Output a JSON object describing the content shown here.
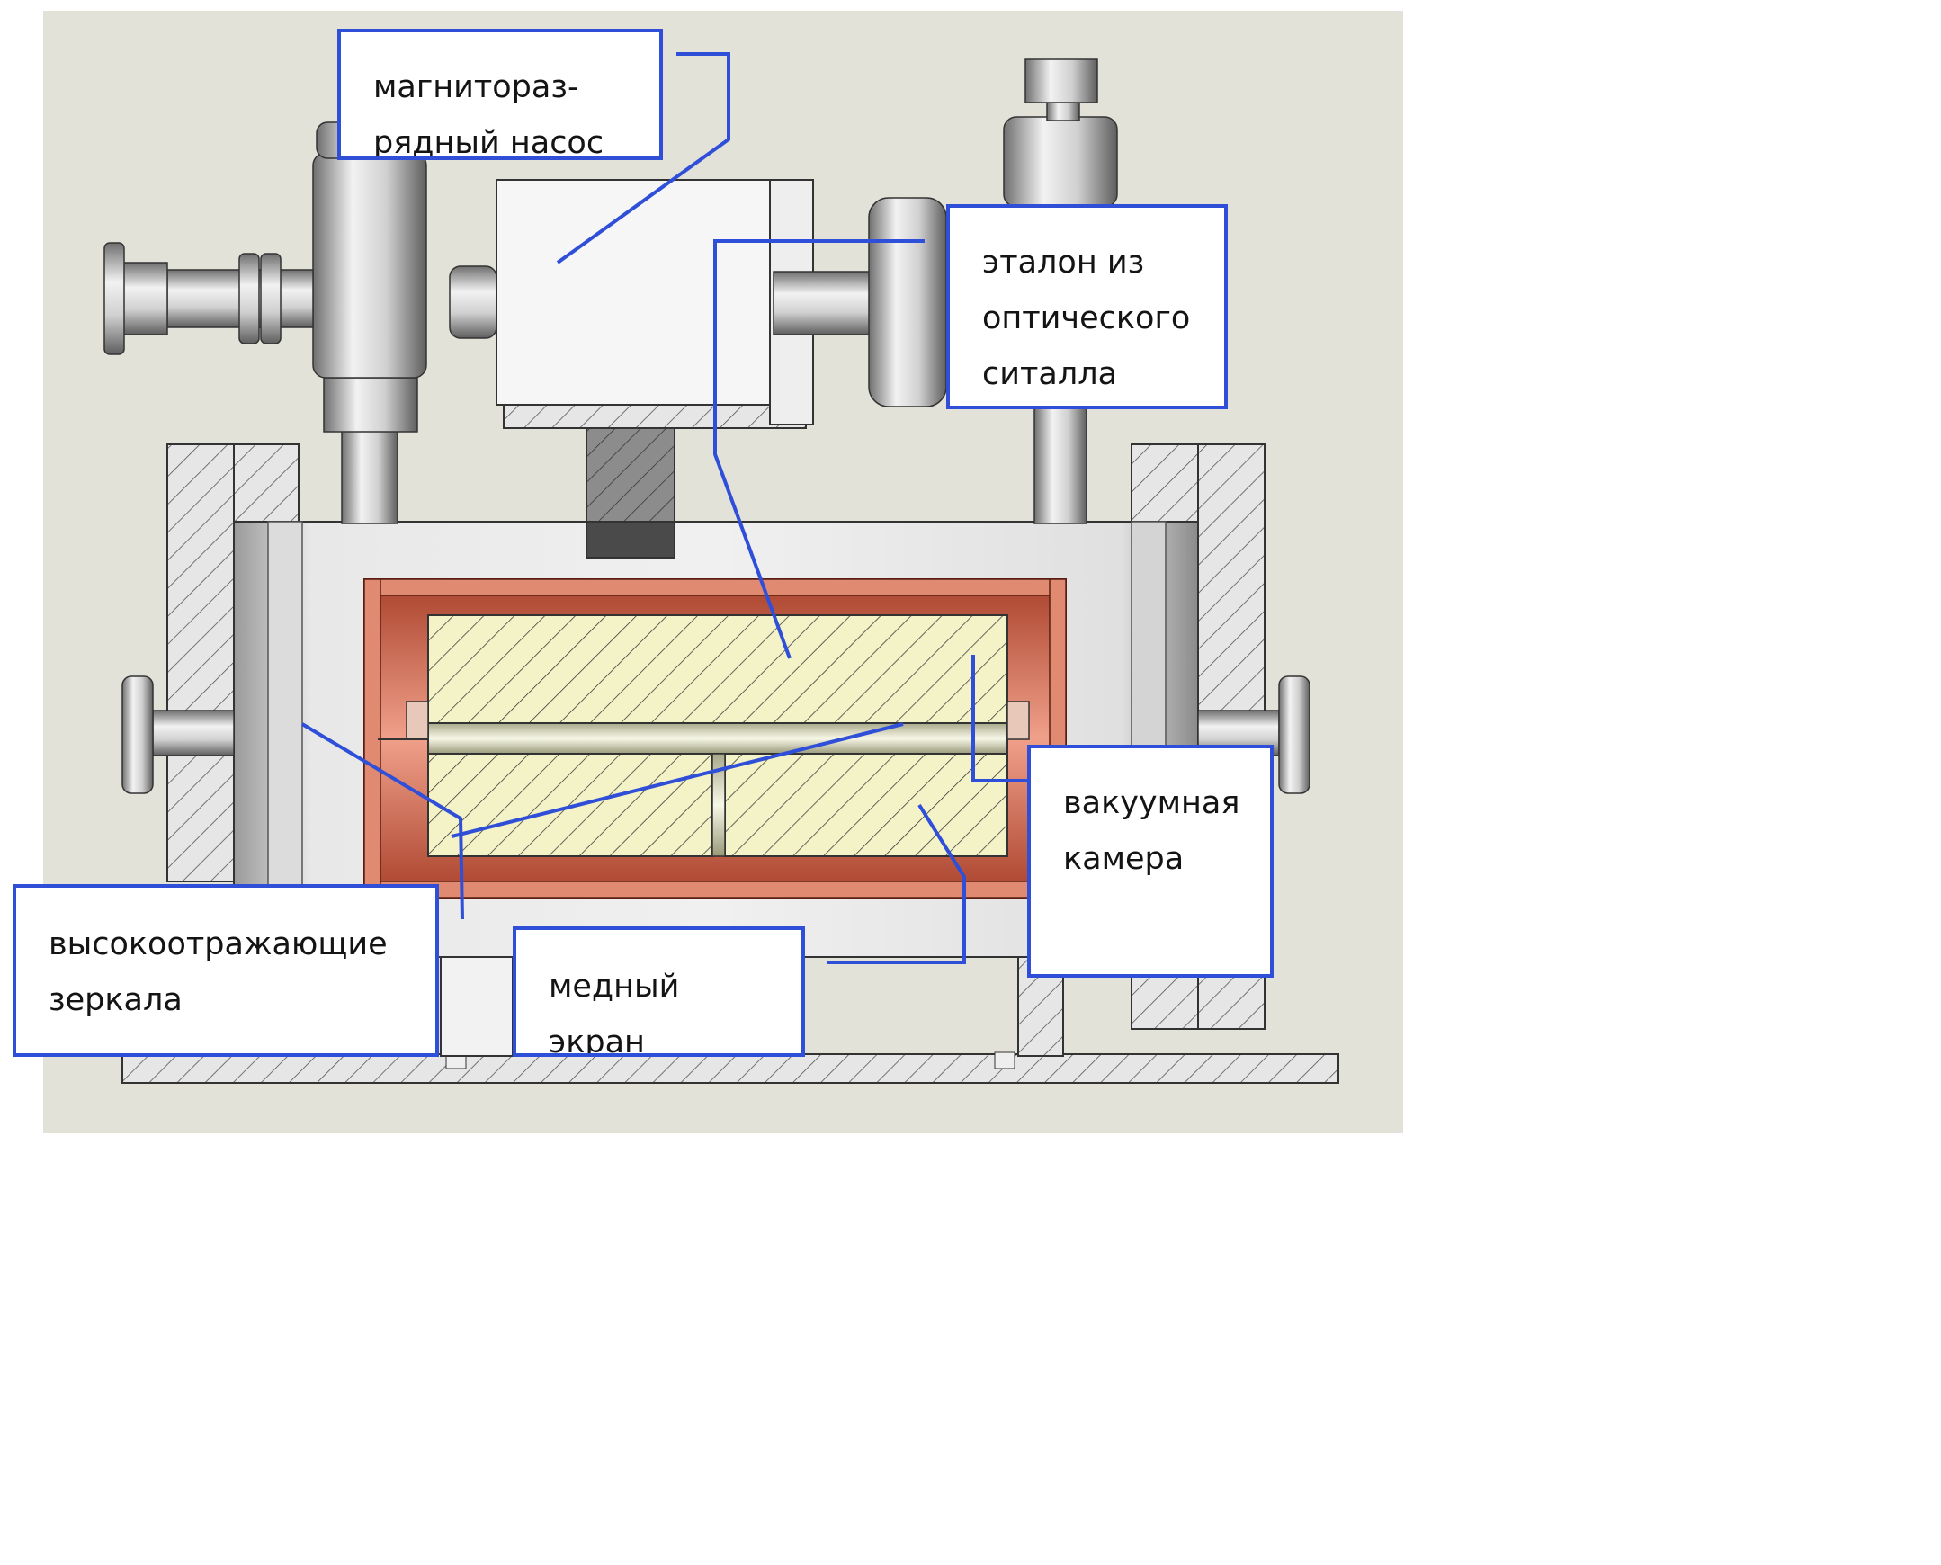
{
  "diagram": {
    "callouts": {
      "pump": {
        "line1": "магнитораз-",
        "line2": "рядный насос"
      },
      "etalon": {
        "line1": "эталон из",
        "line2": "оптического",
        "line3": "ситалла"
      },
      "chamber": {
        "line1": "вакуумная",
        "line2": "камера"
      },
      "mirrors": {
        "line1": "высокоотражающие",
        "line2": "зеркала"
      },
      "copper": {
        "line1": "медный",
        "line2": "экран"
      }
    },
    "colors": {
      "background": "#e3e2d9",
      "callout_border": "#2f4fd8",
      "copper": "#d97a63",
      "etalon": "#f4f2c7",
      "steel": "#c8c8c8"
    }
  }
}
